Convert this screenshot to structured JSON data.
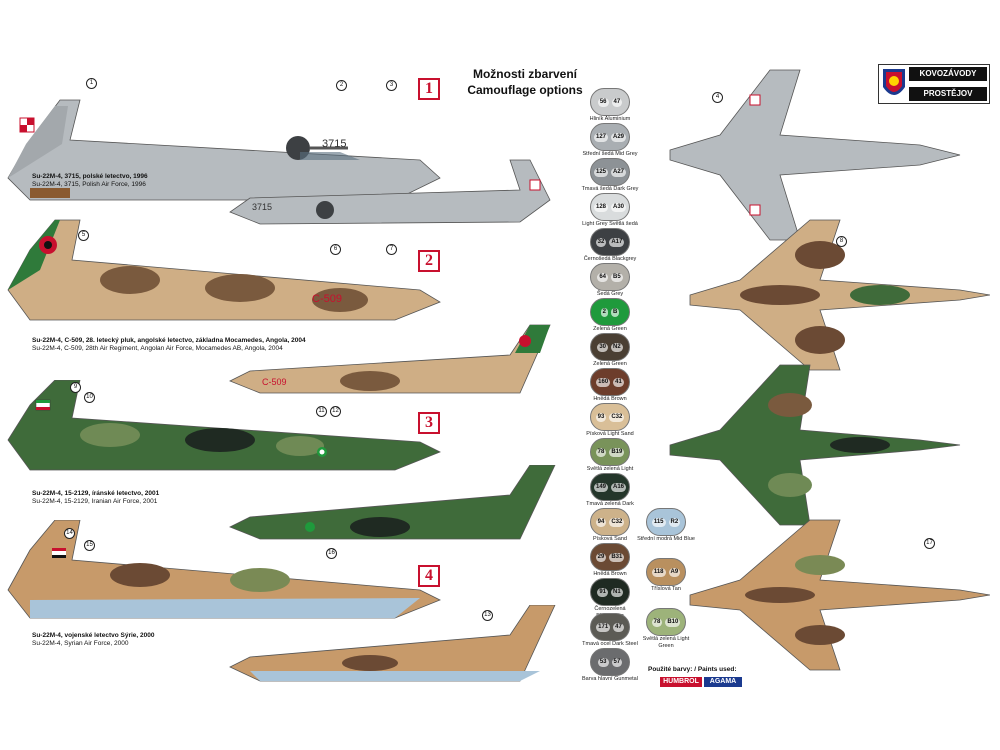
{
  "header": {
    "title_cz": "Možnosti zbarvení",
    "title_en": "Camouflage options"
  },
  "brand": {
    "line1": "KOVOZÁVODY",
    "line2": "PROSTĚJOV"
  },
  "options": [
    {
      "number": "1",
      "caption_cz": "Su-22M-4, 3715, polské letectvo, 1996",
      "caption_en": "Su-22M-4, 3715, Polish Air Force, 1996",
      "serial": "3715"
    },
    {
      "number": "2",
      "caption_cz": "Su-22M-4, C-509, 28. letecký pluk, angolské letectvo, základna Mocamedes, Angola, 2004",
      "caption_en": "Su-22M-4, C-509, 28th Air Regiment, Angolan Air Force, Mocamedes AB, Angola, 2004",
      "serial": "C-509"
    },
    {
      "number": "3",
      "caption_cz": "Su-22M-4, 15-2129, íránské letectvo, 2001",
      "caption_en": "Su-22M-4, 15-2129, Iranian Air Force, 2001",
      "serial": ""
    },
    {
      "number": "4",
      "caption_cz": "Su-22M-4, vojenské letectvo Sýrie, 2000",
      "caption_en": "Su-22M-4, Syrian Air Force, 2000",
      "serial": ""
    }
  ],
  "callouts": [
    "1",
    "2",
    "3",
    "4",
    "5",
    "6",
    "7",
    "8",
    "9",
    "10",
    "11",
    "12",
    "13",
    "14",
    "15",
    "16",
    "17"
  ],
  "swatches": [
    {
      "codes": [
        "56",
        "47"
      ],
      "label": "Hliník Aluminium",
      "color": "#c9cbcc"
    },
    {
      "codes": [
        "127",
        "A29"
      ],
      "label": "Střední šedá Mid Grey",
      "color": "#a9aeb2"
    },
    {
      "codes": [
        "125",
        "A27"
      ],
      "label": "Tmavá šedá Dark Grey",
      "color": "#8d9296"
    },
    {
      "codes": [
        "128",
        "A30"
      ],
      "label": "Light Grey Světlá šedá",
      "color": "#d9dcdd"
    },
    {
      "codes": [
        "32",
        "A17"
      ],
      "label": "Černošedá Blackgrey",
      "color": "#3d4043"
    },
    {
      "codes": [
        "64",
        "B5"
      ],
      "label": "Šedá Grey",
      "color": "#b3b0a9"
    },
    {
      "codes": [
        "2",
        "B"
      ],
      "label": "Zelená Green",
      "color": "#1f9a3c"
    },
    {
      "codes": [
        "30",
        "N2"
      ],
      "label": "Zelená Green",
      "color": "#4a3f33"
    },
    {
      "codes": [
        "160",
        "41"
      ],
      "label": "Hnědá Brown",
      "color": "#6d3d2b"
    },
    {
      "codes": [
        "93",
        "C32"
      ],
      "label": "Písková Light Sand",
      "color": "#d9bf98"
    },
    {
      "codes": [
        "78",
        "B19"
      ],
      "label": "Světlá zelená Light Green",
      "color": "#79935a"
    },
    {
      "codes": [
        "149",
        "A16"
      ],
      "label": "Tmavá zelená Dark Green",
      "color": "#24362a"
    },
    {
      "codes": [
        "94",
        "C32"
      ],
      "label": "Písková Sand",
      "color": "#cdb28a"
    },
    {
      "codes": [
        "29",
        "B31"
      ],
      "label": "Hnědá Brown",
      "color": "#6b4a34"
    },
    {
      "codes": [
        "91",
        "N1"
      ],
      "label": "Černozelená Blackgreen",
      "color": "#1f2a22"
    },
    {
      "codes": [
        "171",
        "47"
      ],
      "label": "Tmavá ocel Dark Steel",
      "color": "#5c5b55"
    },
    {
      "codes": [
        "53",
        "57"
      ],
      "label": "Barva hlavní Gunmetal",
      "color": "#6b6c6e"
    }
  ],
  "swatches_extra": [
    {
      "codes": [
        "115",
        "R2"
      ],
      "label": "Střední modrá Mid Blue",
      "color": "#a9c4d9"
    },
    {
      "codes": [
        "118",
        "A9"
      ],
      "label": "Tříslová Tan",
      "color": "#b9905f"
    },
    {
      "codes": [
        "78",
        "B10"
      ],
      "label": "Světlá zelená Light Green",
      "color": "#9db37a"
    }
  ],
  "paints": {
    "label": "Použité barvy: / Paints used:",
    "brand1": "HUMBROL",
    "brand2": "AGAMA"
  },
  "colors": {
    "accent_red": "#c8102e",
    "polish_grey": "#b6bbbf",
    "angola_sand": "#cfae85",
    "iran_green": "#3f6b3a",
    "syria_sand": "#c79a6a"
  }
}
